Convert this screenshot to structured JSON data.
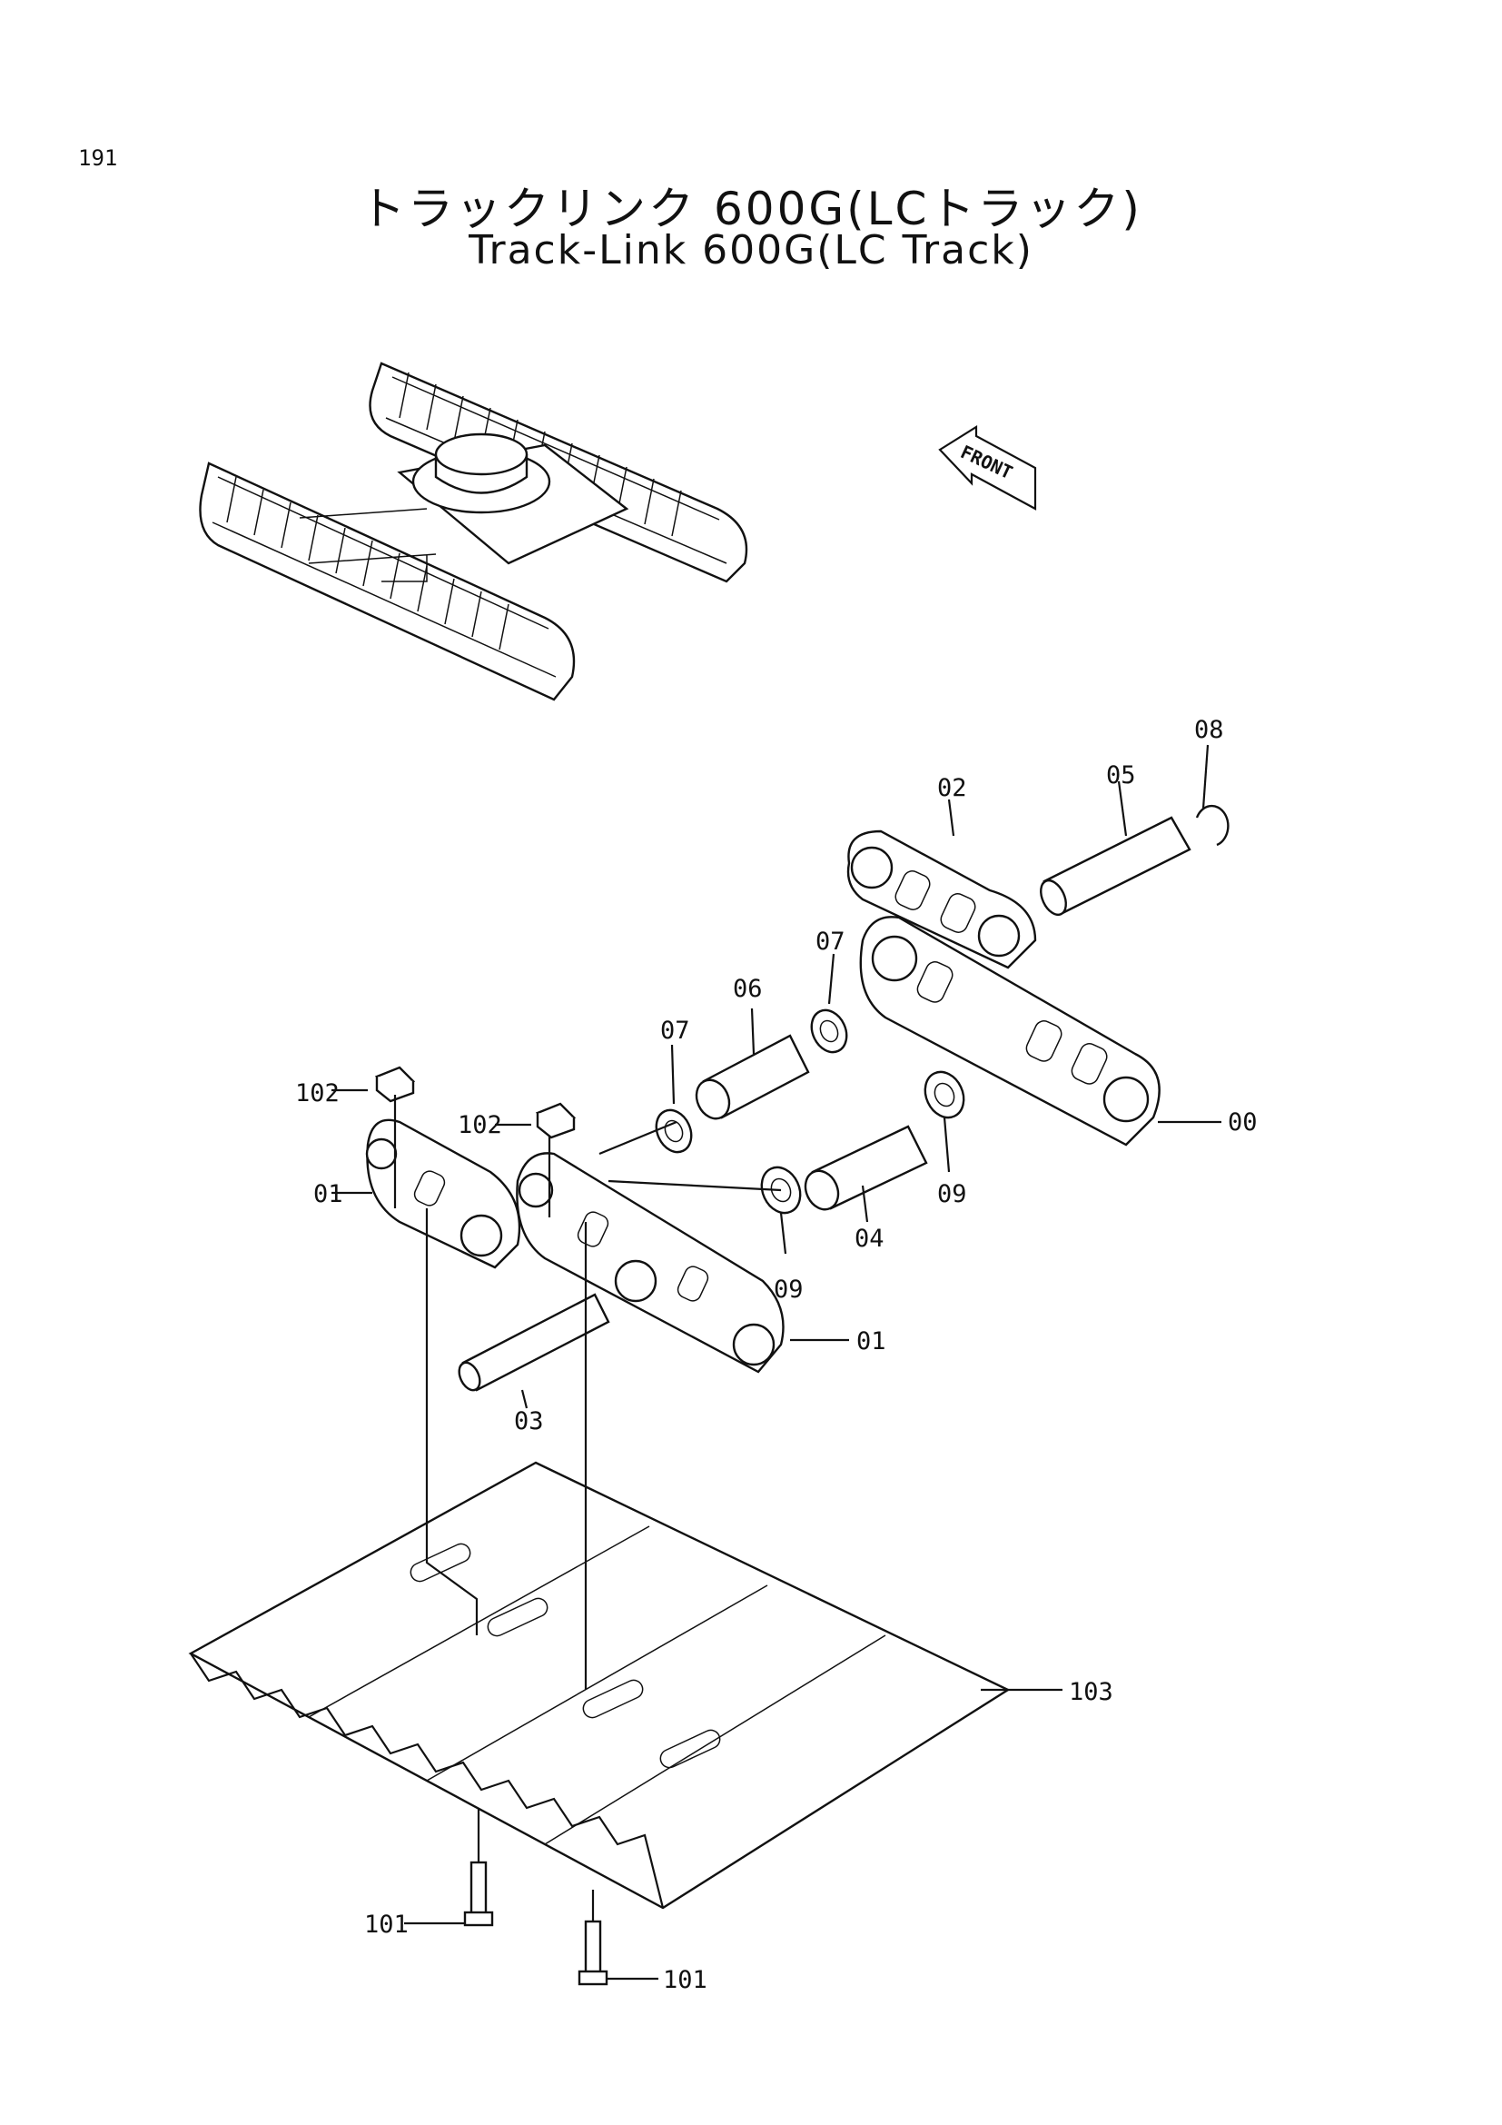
{
  "page": {
    "number": "191"
  },
  "title": {
    "japanese": "トラックリンク 600G(LCトラック)",
    "english": "Track-Link 600G(LC Track)"
  },
  "front_arrow": {
    "label": "FRONT"
  },
  "part_labels": [
    {
      "id": "00",
      "text": "00"
    },
    {
      "id": "01a",
      "text": "01"
    },
    {
      "id": "01b",
      "text": "01"
    },
    {
      "id": "02",
      "text": "02"
    },
    {
      "id": "03",
      "text": "03"
    },
    {
      "id": "04",
      "text": "04"
    },
    {
      "id": "05",
      "text": "05"
    },
    {
      "id": "06",
      "text": "06"
    },
    {
      "id": "07a",
      "text": "07"
    },
    {
      "id": "07b",
      "text": "07"
    },
    {
      "id": "08",
      "text": "08"
    },
    {
      "id": "09a",
      "text": "09"
    },
    {
      "id": "09b",
      "text": "09"
    },
    {
      "id": "101a",
      "text": "101"
    },
    {
      "id": "101b",
      "text": "101"
    },
    {
      "id": "102a",
      "text": "102"
    },
    {
      "id": "102b",
      "text": "102"
    },
    {
      "id": "103",
      "text": "103"
    }
  ]
}
